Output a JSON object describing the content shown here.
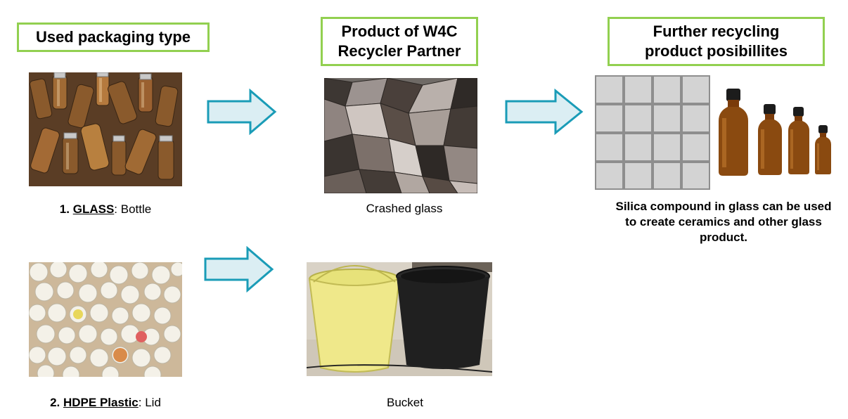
{
  "headers": {
    "used_packaging": "Used packaging type",
    "product_line1": "Product of W4C",
    "product_line2": "Recycler Partner",
    "further_line1": "Further recycling",
    "further_line2": "product posibillites"
  },
  "rows": {
    "glass": {
      "number": "1.",
      "material": "GLASS",
      "item": ": Bottle",
      "product": "Crashed glass",
      "further_desc": "Silica compound in glass can be used to create ceramics and other glass product."
    },
    "hdpe": {
      "number": "2.",
      "material": "HDPE Plastic",
      "item": ": Lid",
      "product": "Bucket"
    }
  },
  "colors": {
    "header_border": "#92d050",
    "arrow_fill": "#dbeef3",
    "arrow_stroke": "#1a9cb7"
  },
  "icons": [
    "right-arrow-icon"
  ]
}
